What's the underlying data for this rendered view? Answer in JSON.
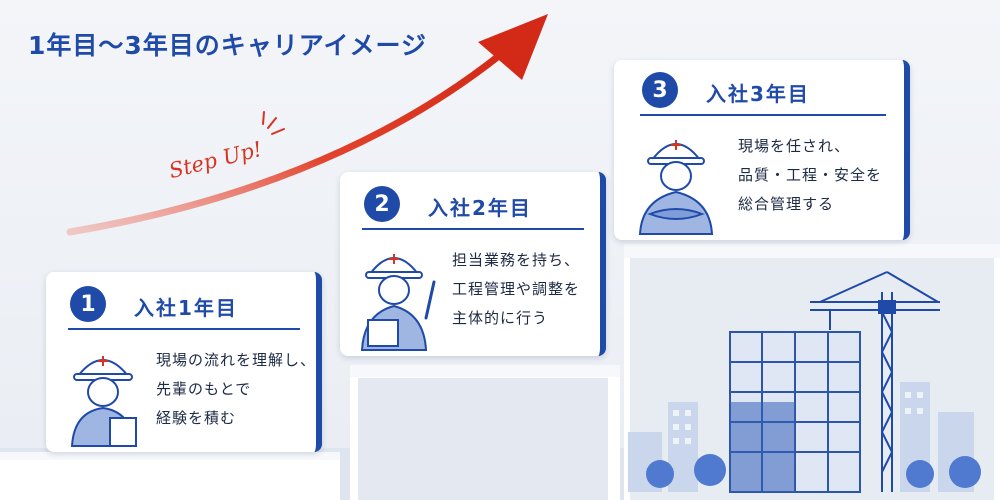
{
  "title": "1年目〜3年目のキャリアイメージ",
  "step_up_label": "Step Up!",
  "colors": {
    "primary": "#1f4aa8",
    "accent": "#d8331f"
  },
  "steps": [
    {
      "number": "1",
      "year_label": "入社1年目",
      "lines": [
        "現場の流れを理解し、",
        "先輩のもとで",
        "経験を積む"
      ],
      "icon": "worker-holding-clipboard-icon"
    },
    {
      "number": "2",
      "year_label": "入社2年目",
      "lines": [
        "担当業務を持ち、",
        "工程管理や調整を",
        "主体的に行う"
      ],
      "icon": "worker-pointing-clipboard-icon"
    },
    {
      "number": "3",
      "year_label": "入社3年目",
      "lines": [
        "現場を任され、",
        "品質・工程・安全を",
        "総合管理する"
      ],
      "icon": "worker-arms-crossed-icon"
    }
  ]
}
